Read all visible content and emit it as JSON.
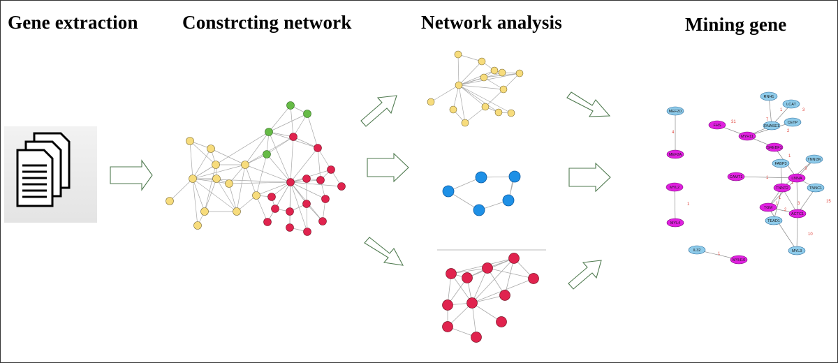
{
  "steps": {
    "gene_extraction": "Gene extraction",
    "constructing_network": "Constrcting network",
    "network_analysis": "Network analysis",
    "mining_gene": "Mining gene"
  },
  "colors": {
    "yellow_node": "#f7dc7c",
    "green_node": "#66bb46",
    "red_node": "#e0234e",
    "blue_node": "#1e90e6",
    "light_blue_node": "#8ecbea",
    "magenta_node": "#e020e0",
    "edge": "#9a9a9a",
    "weight_label": "#e0443c"
  },
  "mining_network": {
    "genes_blue": [
      "MEF2D",
      "RNH1",
      "LCAT",
      "RNASE1",
      "CETP",
      "FABP3",
      "TNNI3K",
      "TNNC1",
      "TEAD1",
      "IL32",
      "MYL3"
    ],
    "genes_magenta": [
      "MEF2A",
      "FHS",
      "MYH11",
      "SREBF1",
      "CAMT1",
      "LMNA",
      "TNNT2",
      "TGM",
      "MYL2",
      "MYL4",
      "MYH10",
      "ACTC1"
    ],
    "edge_weights": [
      "4",
      "1",
      "31",
      "7",
      "3",
      "2",
      "1",
      "3",
      "1",
      "1",
      "3",
      "15",
      "1",
      "2",
      "10",
      "1",
      "1",
      "1"
    ]
  }
}
